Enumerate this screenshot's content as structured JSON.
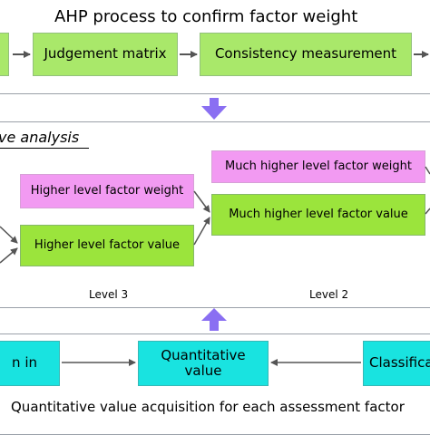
{
  "top": {
    "title": "AHP process to confirm factor weight",
    "judgement": "Judgement matrix",
    "consistency": "Consistency measurement"
  },
  "middle": {
    "section_label": "ve analysis",
    "higher_weight": "Higher level factor weight",
    "higher_value": "Higher level factor value",
    "much_higher_weight": "Much higher level factor weight",
    "much_higher_value": "Much higher level factor value",
    "level3": "Level 3",
    "level2": "Level 2"
  },
  "bottom": {
    "left_box": "n in",
    "quantitative_line1": "Quantitative",
    "quantitative_line2": "value",
    "classification": "Classifica",
    "caption": "Quantitative value acquisition for each assessment factor"
  },
  "colors": {
    "green": "#9be43c",
    "pink": "#f29af2",
    "cyan": "#19e3e0",
    "purple_arrow": "#8a6ff2",
    "arrow": "#555555"
  }
}
